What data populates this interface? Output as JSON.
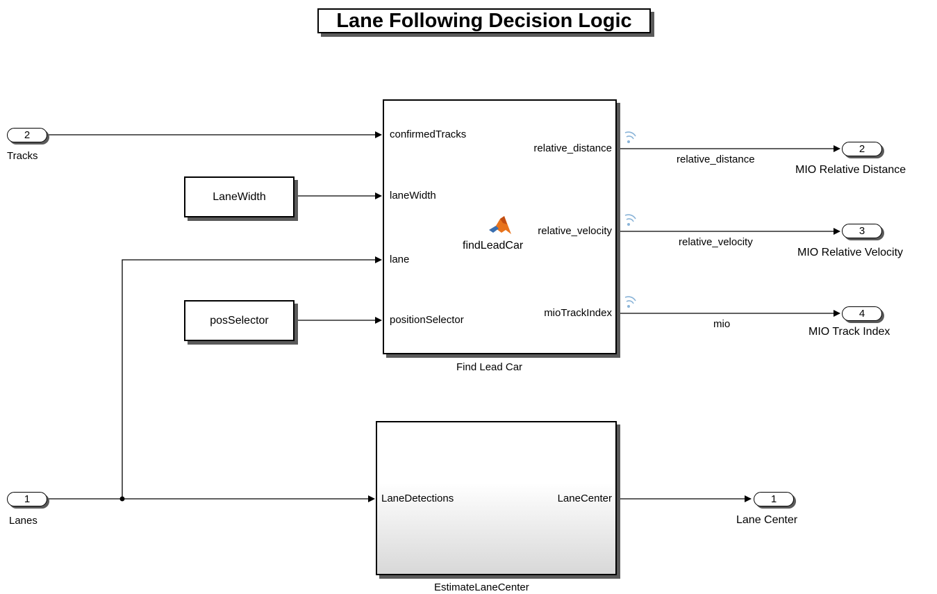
{
  "title": "Lane Following Decision Logic",
  "inports": {
    "tracks": {
      "number": "2",
      "label": "Tracks"
    },
    "lanes": {
      "number": "1",
      "label": "Lanes"
    }
  },
  "constants": {
    "lane_width": "LaneWidth",
    "pos_selector": "posSelector"
  },
  "find_lead_car": {
    "block_label": "Find Lead Car",
    "function_name": "findLeadCar",
    "inputs": [
      "confirmedTracks",
      "laneWidth",
      "lane",
      "positionSelector"
    ],
    "outputs": [
      "relative_distance",
      "relative_velocity",
      "mioTrackIndex"
    ]
  },
  "estimate_lane_center": {
    "block_label": "EstimateLaneCenter",
    "input": "LaneDetections",
    "output": "LaneCenter"
  },
  "signals": {
    "relative_distance": "relative_distance",
    "relative_velocity": "relative_velocity",
    "mio": "mio"
  },
  "outports": {
    "mio_distance": {
      "number": "2",
      "label": "MIO Relative Distance"
    },
    "mio_velocity": {
      "number": "3",
      "label": "MIO Relative Velocity"
    },
    "mio_index": {
      "number": "4",
      "label": "MIO Track Index"
    },
    "lane_center": {
      "number": "1",
      "label": "Lane Center"
    }
  },
  "colors": {
    "wifi_icon": "#8ab4d8",
    "matlab_icon": "#e8731c",
    "shadow": "#5a5a5a"
  }
}
